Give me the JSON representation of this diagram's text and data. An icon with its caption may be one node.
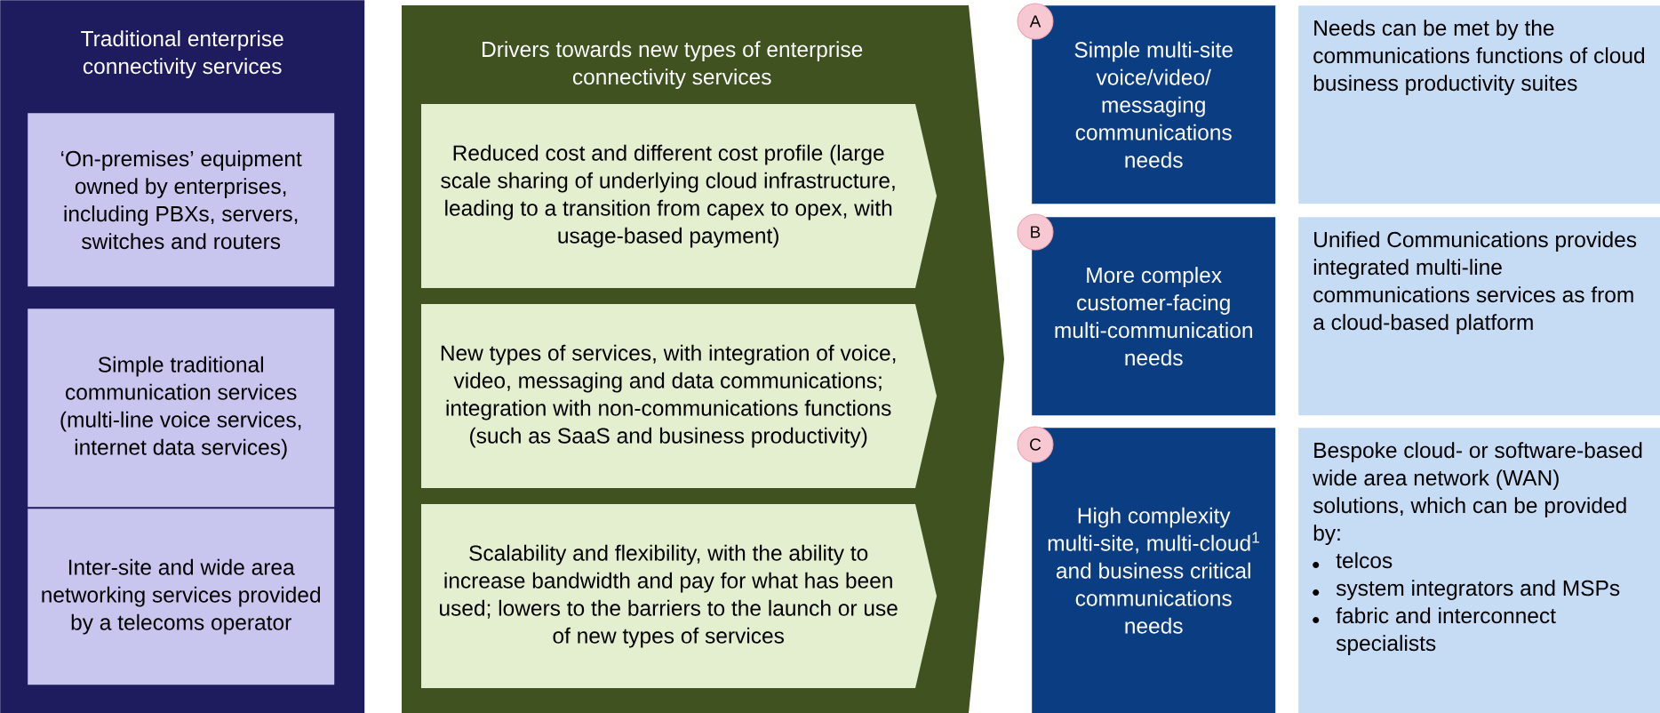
{
  "diagram": {
    "nodes": [
      {
        "text": [
          "Traditional enterprise connectivity services"
        ]
      },
      {
        "text": [
          "‘On-premises’ equipment owned by enterprises, including PBXs, servers, switches and routers"
        ],
        "in": 0
      },
      {
        "text": [
          "Simple traditional communication services (multi-line voice services, internet data services)"
        ],
        "in": 0
      },
      {
        "text": [
          "Inter-site and wide area networking services provided by a telecoms operator"
        ],
        "in": 0
      },
      {
        "text": [
          "Drivers towards new types of enterprise connectivity services"
        ]
      },
      {
        "text": [
          "Reduced cost and different cost profile (large scale sharing of underlying cloud infrastructure, leading to a transition from capex to opex, with usage-based payment)"
        ],
        "in": 4
      },
      {
        "text": [
          "New types of services, with integration of voice, video, messaging and data communications; integration with non-communications functions (such as SaaS and business productivity)"
        ],
        "in": 4
      },
      {
        "text": [
          "Scalability and flexibility, with the ability to increase bandwidth and pay for what has been used; lowers to the barriers to the launch or use of new types of services"
        ],
        "in": 4
      },
      {
        "text": [
          "A"
        ]
      },
      {
        "text": [
          "Simple multi-site voice/video/ messaging communications needs"
        ]
      },
      {
        "text": [
          "Needs can be met by the communications functions of cloud business productivity suites"
        ]
      },
      {
        "text": [
          "B"
        ]
      },
      {
        "text": [
          "More complex customer-facing multi-communication needs"
        ]
      },
      {
        "text": [
          "Unified Communications provides integrated multi-line communications services as from a cloud-based platform"
        ]
      },
      {
        "text": [
          "C"
        ]
      },
      {
        "text": [
          "High complexity multi-site, multi-cloud$^{1}$ and business critical communications needs"
        ]
      },
      {
        "text": [
          "Bespoke cloud- or software-based wide area network (WAN) solutions, which can be provided by:",
          "telcos",
          "system integrators and MSPs",
          "fabric and interconnect specialists"
        ]
      }
    ]
  }
}
